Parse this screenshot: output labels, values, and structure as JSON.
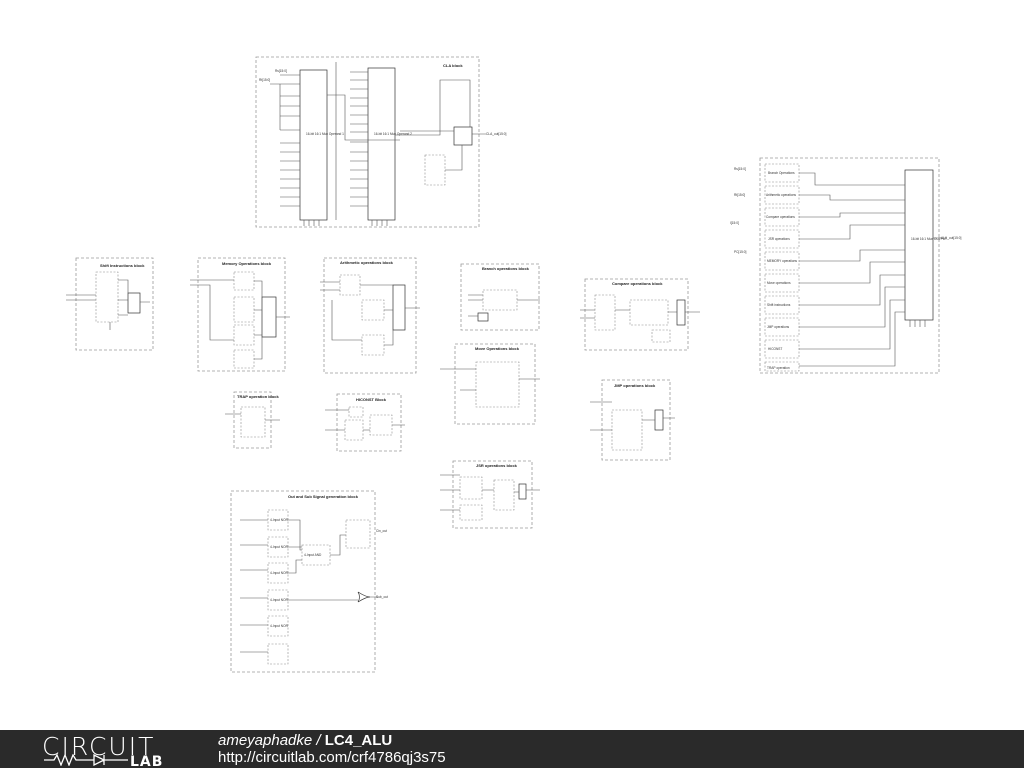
{
  "footer": {
    "logo_top": "CIRCUIT",
    "logo_bottom": "LAB",
    "owner": "ameyaphadke",
    "separator": " / ",
    "project": "LC4_ALU",
    "url": "http://circuitlab.com/crf4786qj3s75"
  },
  "schematic": {
    "cla_block_title": "CLA block",
    "mux16_operand1": "16-bit 16:1 Mux Operand 1",
    "mux16_operand2": "16-bit 16:1 Mux Operand 2",
    "cla_out": "CLA_out[15:0]",
    "r_s": "Rs[15:0]",
    "r_t": "Rt[15:0]",
    "insn": "I[15:0]",
    "pc": "PC[15:0]",
    "alu_out": "ALU_out[15:0]",
    "shift_block": "Shift Instructions block",
    "mem_block": "Memory Operations block",
    "arith_block": "Arithmetic operations block",
    "branch_block": "Branch operations block",
    "compare_block": "Compare operations block",
    "move_block": "Move Operations block",
    "jmp_block": "JMP operations block",
    "trap_block": "TRAP operation block",
    "hiconst_block": "HICONST Block",
    "jsr_block": "JSR operations block",
    "decoder_block": "Out and Sub Signal generation block",
    "mux_ops": [
      "Branch Operations",
      "Arithmetic operations",
      "Compare operations",
      "JSR operations",
      "MEMORY operations",
      "Move operations",
      "Shift instructions",
      "JMP operations",
      "HICONST",
      "TRAP operation"
    ],
    "mux_final": "16-bit 16:1 Mux OUTPUT",
    "or_gate_labels": [
      "4-Input NOR",
      "4-Input NOR",
      "4-Input NOR",
      "4-Input NOR",
      "4-Input NOR",
      "4-Input AND"
    ],
    "sub_out": "Sub_out",
    "cin_out": "Cin_out"
  }
}
